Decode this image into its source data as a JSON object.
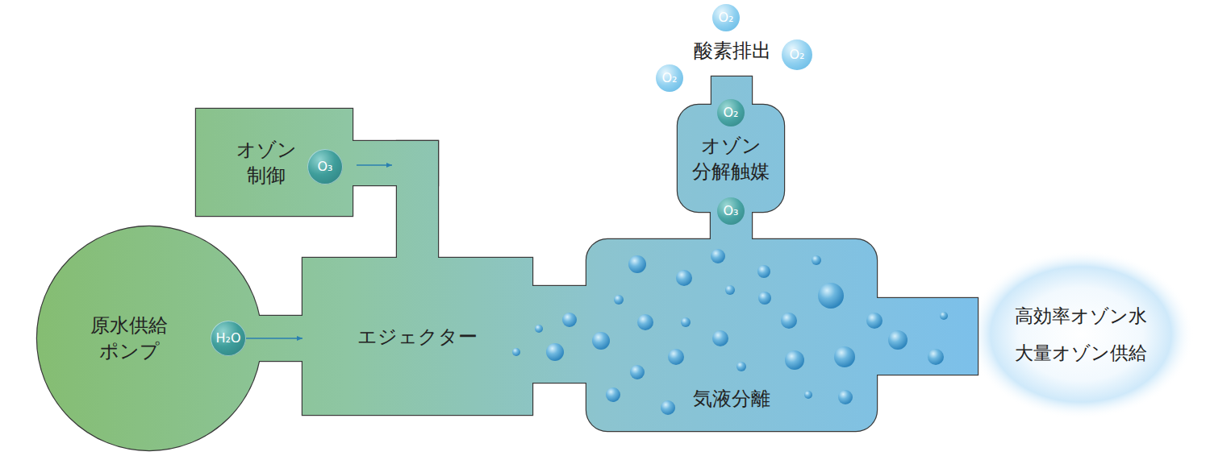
{
  "diagram": {
    "nodes": [
      {
        "text": [
          "原水供給 ポンプ"
        ]
      },
      {
        "text": [
          "H₂O"
        ],
        "in": 0
      },
      {
        "text": [
          "オゾン 制御"
        ]
      },
      {
        "text": [
          "O₃"
        ],
        "in": 2
      },
      {
        "text": [
          "エジェクター"
        ]
      },
      {
        "text": [
          "気液分離"
        ]
      },
      {
        "text": [
          "オゾン 分解触媒"
        ]
      },
      {
        "text": [
          "O₂"
        ],
        "in": 6
      },
      {
        "text": [
          "O₃"
        ],
        "in": 6
      },
      {
        "text": [
          "O₂"
        ]
      },
      {
        "text": [
          "O₂"
        ]
      },
      {
        "text": [
          "O₂"
        ]
      },
      {
        "text": [
          "高効率オゾン水 大量オゾン供給"
        ]
      }
    ],
    "edges": [
      {
        "from": 1,
        "to": 4,
        "arrow": "to"
      }
    ],
    "labels": [
      "酸素排出"
    ]
  }
}
